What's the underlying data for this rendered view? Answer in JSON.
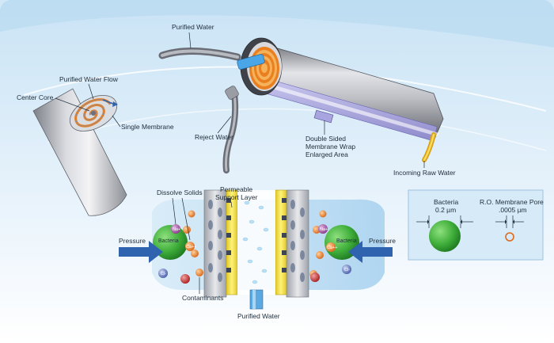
{
  "labels": {
    "purified_water_top": "Purified Water",
    "purified_water_flow": "Purified Water Flow",
    "center_core": "Center Core",
    "single_membrane": "Single Membrane",
    "reject_water": "Reject Water",
    "double_sided_1": "Double Sided",
    "double_sided_2": "Membrane Wrap",
    "double_sided_3": "Enlarged Area",
    "incoming_raw_water": "Incoming Raw Water",
    "dissolve_solids": "Dissolve Solids",
    "permeable_1": "Permeable",
    "permeable_2": "Support Layer",
    "pressure_left": "Pressure",
    "pressure_right": "Pressure",
    "bacteria_left": "Bacteria",
    "bacteria_right": "Bacteria",
    "contaminants": "Contaminants",
    "purified_water_bottom": "Purified Water"
  },
  "ions": {
    "na": "Na+",
    "ca": "Ca++",
    "cl": "Cl-"
  },
  "comparison": {
    "bacteria_title": "Bacteria",
    "bacteria_size": "0.2 µm",
    "pore_title": "R.O. Membrane Pore",
    "pore_size": ".0005 µm"
  },
  "colors": {
    "background_blue": "#cfe6f6",
    "bacteria_green": "#3fae3a",
    "membrane_yellow": "#f2e24a",
    "contaminant_orange": "#e97f1f",
    "pressure_arrow": "#2f63b0"
  }
}
